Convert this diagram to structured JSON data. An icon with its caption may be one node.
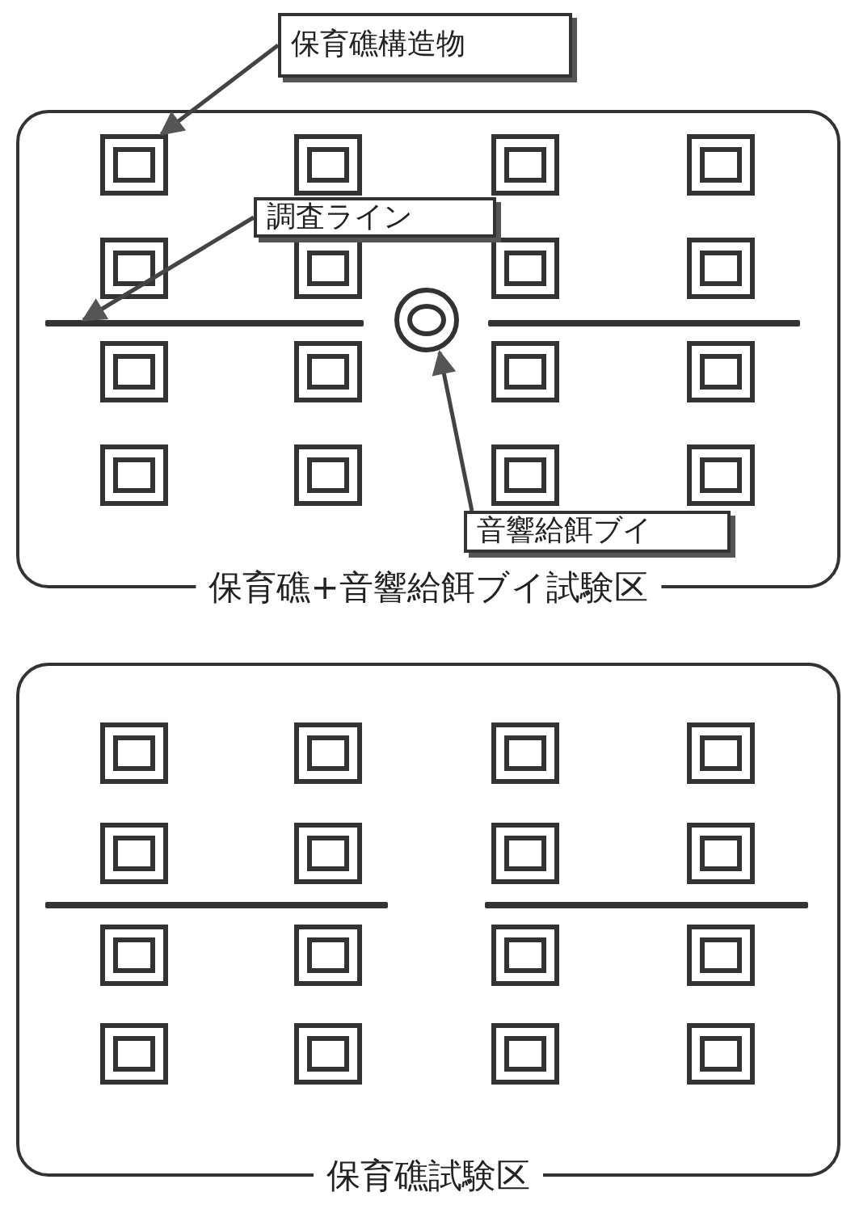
{
  "diagram": {
    "nodes": [
      {
        "text": [
          "保育礁+音響給餌ブイ試験区"
        ]
      },
      {
        "text": [
          "保育礁構造物"
        ]
      },
      {
        "text": [],
        "shape": "box",
        "in": 0
      },
      {
        "text": [],
        "shape": "box",
        "in": 0
      },
      {
        "text": [],
        "shape": "box",
        "in": 0
      },
      {
        "text": [],
        "shape": "box",
        "in": 0
      },
      {
        "text": [],
        "shape": "box",
        "in": 0
      },
      {
        "text": [],
        "shape": "box",
        "in": 0
      },
      {
        "text": [],
        "shape": "box",
        "in": 0
      },
      {
        "text": [],
        "shape": "box",
        "in": 0
      },
      {
        "text": [],
        "shape": "box",
        "in": 0
      },
      {
        "text": [],
        "shape": "box",
        "in": 0
      },
      {
        "text": [],
        "shape": "box",
        "in": 0
      },
      {
        "text": [],
        "shape": "box",
        "in": 0
      },
      {
        "text": [],
        "shape": "box",
        "in": 0
      },
      {
        "text": [],
        "shape": "box",
        "in": 0
      },
      {
        "text": [],
        "shape": "box",
        "in": 0
      },
      {
        "text": [],
        "shape": "box",
        "in": 0
      },
      {
        "text": [
          "調査ライン"
        ],
        "in": 0
      },
      {
        "text": [],
        "shape": "bar",
        "in": 0
      },
      {
        "text": [],
        "shape": "bar",
        "in": 0
      },
      {
        "text": [],
        "shape": "circle",
        "in": 0
      },
      {
        "text": [
          "音響給餌ブイ"
        ],
        "in": 0
      },
      {
        "text": [
          "保育礁試験区"
        ]
      },
      {
        "text": [],
        "shape": "box",
        "in": 23
      },
      {
        "text": [],
        "shape": "box",
        "in": 23
      },
      {
        "text": [],
        "shape": "box",
        "in": 23
      },
      {
        "text": [],
        "shape": "box",
        "in": 23
      },
      {
        "text": [],
        "shape": "box",
        "in": 23
      },
      {
        "text": [],
        "shape": "box",
        "in": 23
      },
      {
        "text": [],
        "shape": "box",
        "in": 23
      },
      {
        "text": [],
        "shape": "box",
        "in": 23
      },
      {
        "text": [],
        "shape": "bar",
        "in": 23
      },
      {
        "text": [],
        "shape": "bar",
        "in": 23
      },
      {
        "text": [],
        "shape": "box",
        "in": 23
      },
      {
        "text": [],
        "shape": "box",
        "in": 23
      },
      {
        "text": [],
        "shape": "box",
        "in": 23
      },
      {
        "text": [],
        "shape": "box",
        "in": 23
      },
      {
        "text": [],
        "shape": "box",
        "in": 23
      },
      {
        "text": [],
        "shape": "box",
        "in": 23
      },
      {
        "text": [],
        "shape": "box",
        "in": 23
      },
      {
        "text": [],
        "shape": "box",
        "in": 23
      }
    ],
    "edges": [
      {
        "from": 1,
        "to": 2,
        "arrow": "to"
      },
      {
        "from": 18,
        "to": 19,
        "arrow": "to"
      },
      {
        "from": 22,
        "to": 21,
        "arrow": "to"
      }
    ]
  }
}
